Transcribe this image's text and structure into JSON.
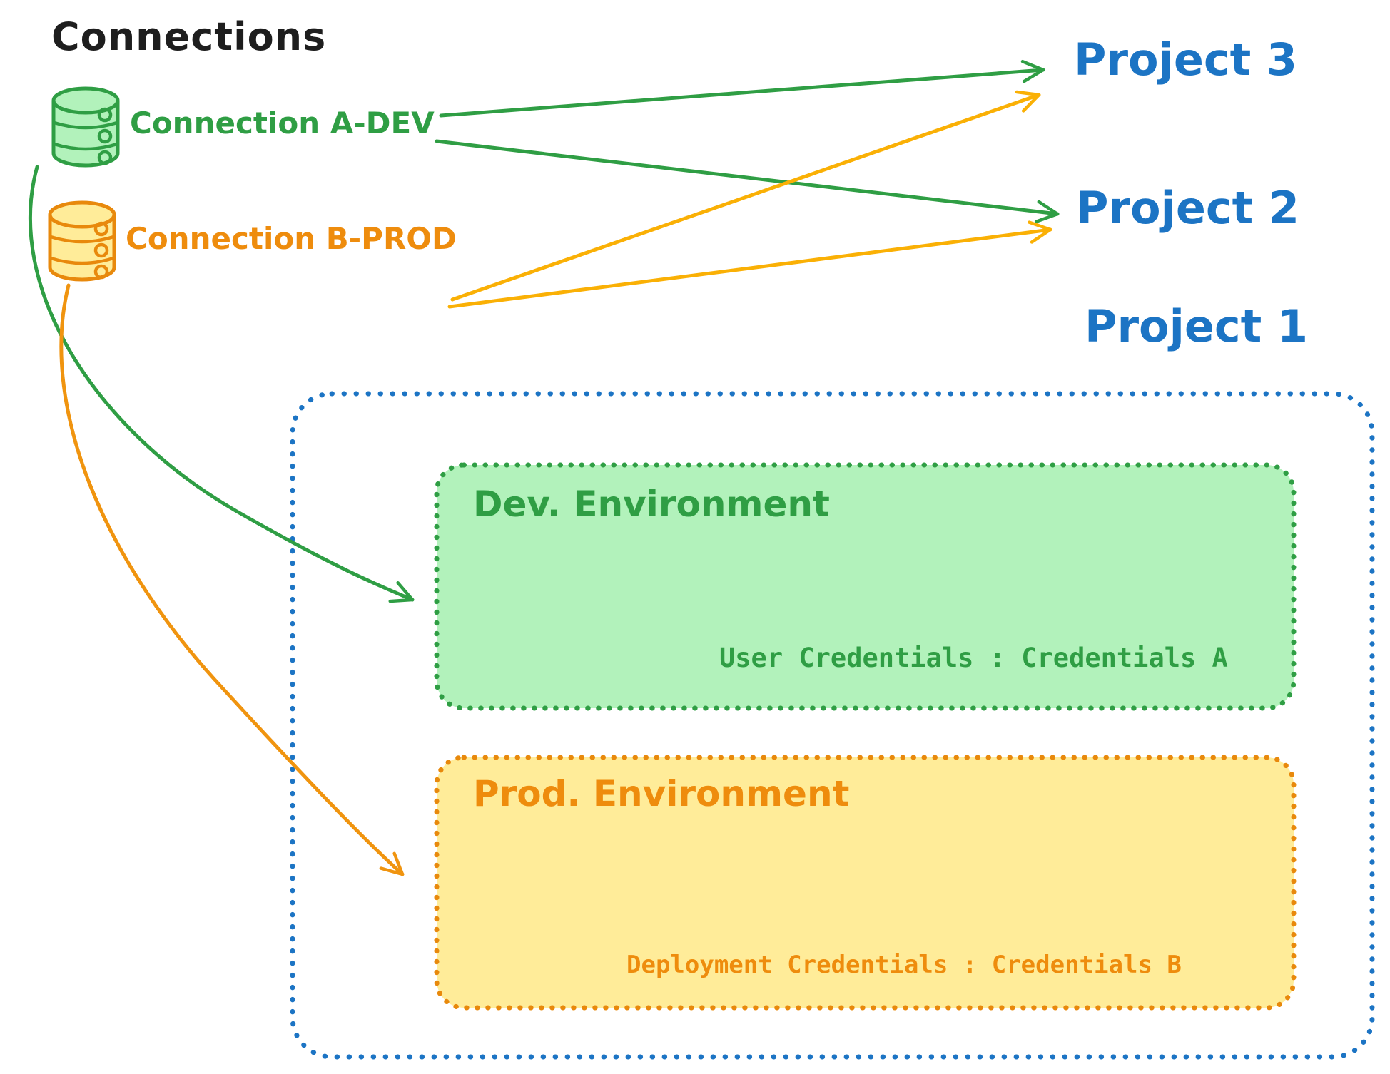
{
  "diagram": {
    "title": "Connections",
    "connections": [
      {
        "label": "Connection A-DEV",
        "color": "#2f9e44",
        "icon": "database-icon",
        "arrow_targets": [
          "Project 3",
          "Project 2"
        ],
        "environment_target": "Dev. Environment"
      },
      {
        "label": "Connection B-PROD",
        "color": "#ee8c0d",
        "icon": "database-icon",
        "arrow_targets": [
          "Project 3",
          "Project 2"
        ],
        "environment_target": "Prod. Environment"
      }
    ],
    "projects": [
      {
        "label": "Project 3"
      },
      {
        "label": "Project 2"
      },
      {
        "label": "Project 1"
      }
    ],
    "project1": {
      "environments": [
        {
          "name": "Dev. Environment",
          "credentials": "User Credentials : Credentials A",
          "border_color": "#2f9e44",
          "fill_color": "#b2f2bb"
        },
        {
          "name": "Prod. Environment",
          "credentials": "Deployment Credentials : Credentials B",
          "border_color": "#e8890c",
          "fill_color": "#ffec99"
        }
      ],
      "border_color": "#1c74c4"
    },
    "colors": {
      "black": "#1e1e1e",
      "green": "#2f9e44",
      "green_fill": "#b2f2bb",
      "orange": "#ee8c0d",
      "orange_arrow": "#fab005",
      "orange_fill": "#ffec99",
      "blue": "#1c74c4"
    }
  }
}
